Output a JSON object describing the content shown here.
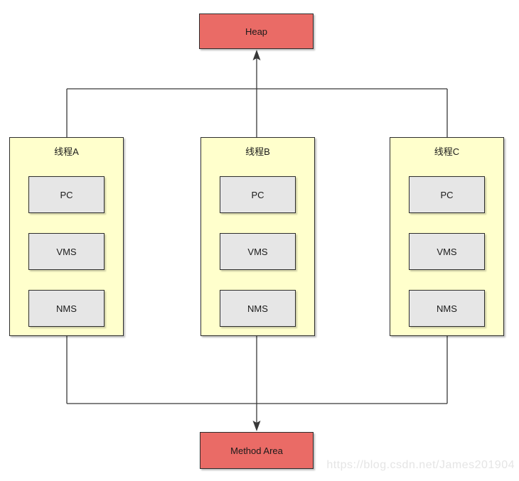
{
  "diagram": {
    "heap_label": "Heap",
    "method_area_label": "Method Area",
    "threads": [
      {
        "label": "线程A",
        "items": [
          "PC",
          "VMS",
          "NMS"
        ]
      },
      {
        "label": "线程B",
        "items": [
          "PC",
          "VMS",
          "NMS"
        ]
      },
      {
        "label": "线程C",
        "items": [
          "PC",
          "VMS",
          "NMS"
        ]
      }
    ],
    "colors": {
      "heap_method_fill": "#ea6b66",
      "thread_fill": "#ffffcc",
      "inner_box_fill": "#e6e6e6",
      "line": "#383838",
      "border": "#2d2d2d",
      "watermark": "#e5e5e5"
    },
    "watermark": "https://blog.csdn.net/James201904"
  }
}
